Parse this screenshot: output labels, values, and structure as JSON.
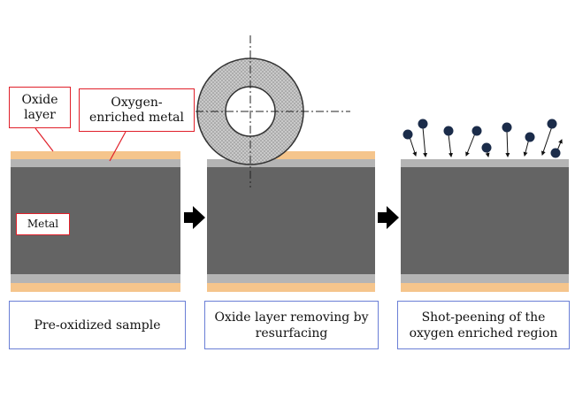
{
  "labels": {
    "oxide_layer": "Oxide\nlayer",
    "oxygen_enriched": "Oxygen-\nenriched metal",
    "metal": "Metal"
  },
  "captions": [
    "Pre-oxidized sample",
    "Oxide layer removing by resurfacing",
    "Shot-peening of the oxygen enriched region"
  ],
  "colors": {
    "oxide": "#f5c58c",
    "oxygen_enriched": "#b4b4b4",
    "metal": "#646464",
    "shot": "#1b2c4a",
    "callout_border": "#e0202a",
    "caption_border": "#6a7fd6"
  },
  "icons": [
    "arrow-right-icon",
    "arrow-right-icon",
    "grinding-wheel-icon",
    "shot-ball-icon"
  ]
}
